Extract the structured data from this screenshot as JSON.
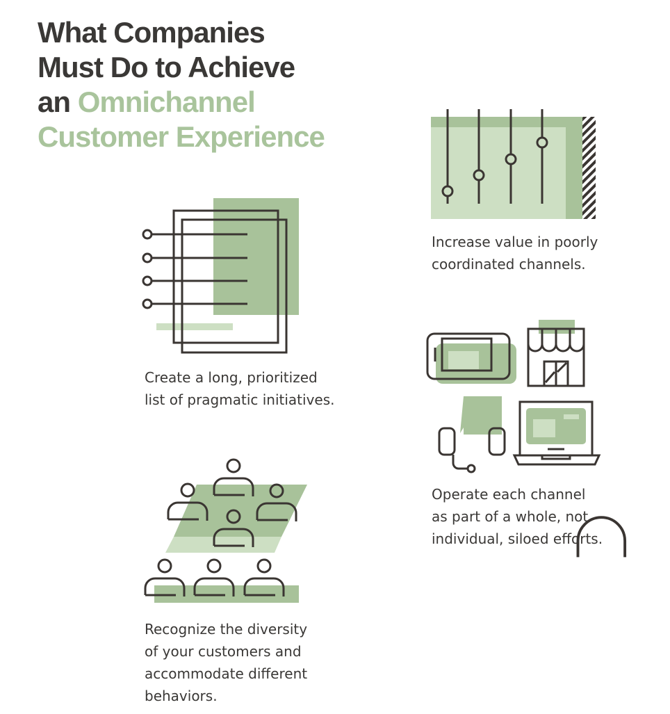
{
  "title": {
    "line1": "What Companies",
    "line2": "Must Do to Achieve",
    "line3_plain": "an ",
    "line3_accent": "Omnichannel",
    "line4_accent": "Customer Experience"
  },
  "items": [
    {
      "icon": "sliders-icon",
      "lines": [
        "Increase value in poorly",
        "coordinated channels."
      ]
    },
    {
      "icon": "checklist-icon",
      "lines": [
        "Create a long, prioritized",
        "list of pragmatic initiatives."
      ]
    },
    {
      "icon": "channels-icon",
      "lines": [
        "Operate each channel",
        "as part of a whole, not",
        "individual, siloed efforts."
      ]
    },
    {
      "icon": "people-icon",
      "lines": [
        "Recognize the diversity",
        "of your customers and",
        "accommodate different",
        "behaviors."
      ]
    }
  ],
  "colors": {
    "dark": "#3a3532",
    "green_mid": "#a8c29a",
    "green_light": "#cddfc3",
    "accent": "#a9c49c"
  }
}
